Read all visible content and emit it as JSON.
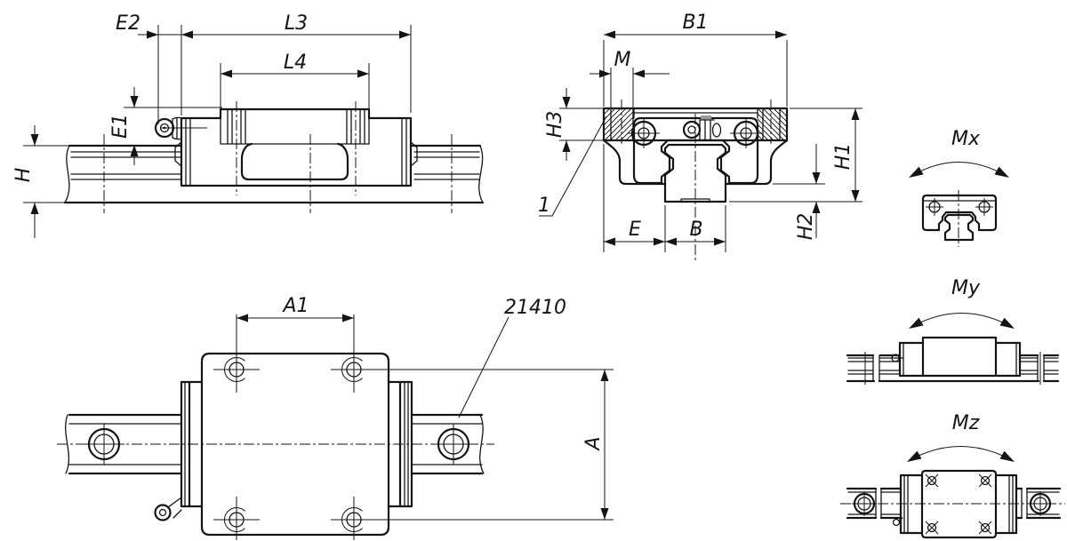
{
  "title": "Linear guide carriage technical drawing",
  "views": {
    "side": {
      "dim_e2": "E2",
      "dim_l3": "L3",
      "dim_l4": "L4",
      "dim_e1": "E1",
      "dim_h": "H"
    },
    "front": {
      "dim_b1": "B1",
      "dim_m": "M",
      "dim_h3": "H3",
      "dim_h1": "H1",
      "dim_h2": "H2",
      "dim_e": "E",
      "dim_b": "B",
      "item_ref": "1"
    },
    "plan": {
      "dim_a1": "A1",
      "dim_a": "A",
      "part_number": "21410"
    },
    "moments": {
      "mx": "Mx",
      "my": "My",
      "mz": "Mz"
    }
  },
  "colors": {
    "line": "#141414",
    "background": "#ffffff"
  }
}
